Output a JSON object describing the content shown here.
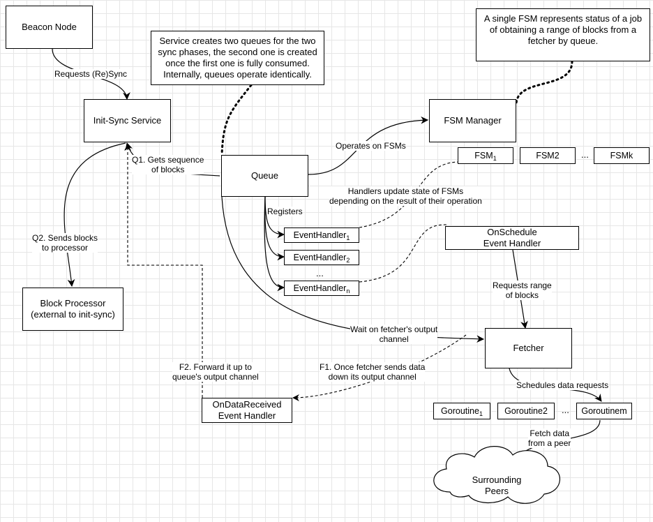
{
  "nodes": {
    "beacon_node": "Beacon Node",
    "init_sync_service": "Init-Sync Service",
    "block_processor_line1": "Block Processor",
    "block_processor_line2": "(external to init-sync)",
    "queue": "Queue",
    "fsm_manager": "FSM Manager",
    "fsm_1": "FSM",
    "fsm_1_sub": "1",
    "fsm_2": "FSM2",
    "fsm_k": "FSMk",
    "event_handler_1": "EventHandler",
    "event_handler_1_sub": "1",
    "event_handler_2": "EventHandler",
    "event_handler_2_sub": "2",
    "event_handler_n": "EventHandler",
    "event_handler_n_sub": "n",
    "onschedule_line1": "OnSchedule",
    "onschedule_line2": "Event Handler",
    "fetcher": "Fetcher",
    "ondatareceived_line1": "OnDataReceived",
    "ondatareceived_line2": "Event Handler",
    "goroutine_1": "Goroutine",
    "goroutine_1_sub": "1",
    "goroutine_2": "Goroutine2",
    "goroutine_m": "Goroutinem",
    "peers_line1": "Surrounding",
    "peers_line2": "Peers"
  },
  "ellipses": {
    "fsm": "...",
    "event_handlers": "...",
    "goroutines": "..."
  },
  "notes": {
    "queues_line1": "Service creates two queues for the two",
    "queues_line2": "sync phases, the second one is created",
    "queues_line3": "once the first one is fully consumed.",
    "queues_line4": "Internally, queues operate identically.",
    "fsm_line1": "A single FSM represents status of a job",
    "fsm_line2": "of obtaining a range of blocks from a",
    "fsm_line3": "fetcher by queue."
  },
  "edge_labels": {
    "requests_resync": "Requests (Re)Sync",
    "q1_line1": "Q1. Gets sequence",
    "q1_line2": "of blocks",
    "q2_line1": "Q2. Sends blocks",
    "q2_line2": "to processor",
    "operates_on_fsms": "Operates on FSMs",
    "registers": "Registers",
    "handlers_update_line1": "Handlers update state of FSMs",
    "handlers_update_line2": "depending on the result of their operation",
    "requests_range_line1": "Requests range",
    "requests_range_line2": "of blocks",
    "wait_fetcher_line1": "Wait on fetcher's output",
    "wait_fetcher_line2": "channel",
    "f1_line1": "F1. Once fetcher sends data",
    "f1_line2": "down its output channel",
    "f2_line1": "F2. Forward it up to",
    "f2_line2": "queue's output channel",
    "schedules_requests": "Schedules data requests",
    "fetch_data_line1": "Fetch data",
    "fetch_data_line2": "from a peer"
  }
}
